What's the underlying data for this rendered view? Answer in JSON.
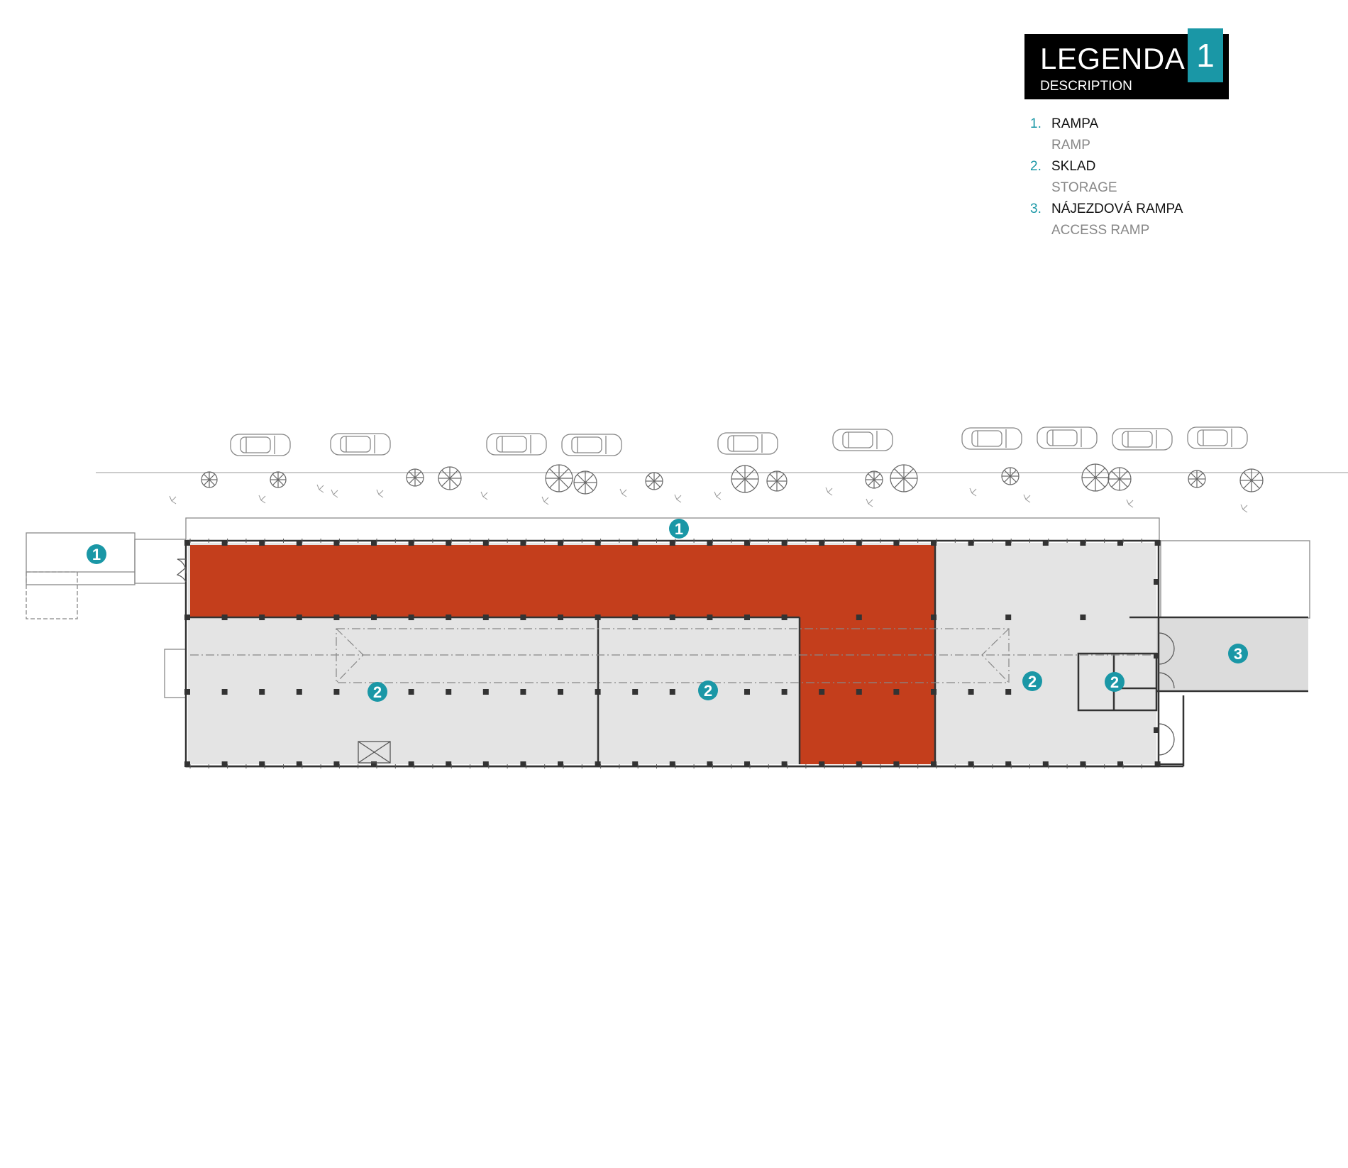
{
  "colors": {
    "accent": "#1A97A6",
    "highlight": "#C43E1C",
    "floor": "#E4E4E4",
    "wall": "#333333",
    "legend_bg": "#000000",
    "line": "#999999"
  },
  "legend": {
    "title": "LEGENDA",
    "subtitle": "DESCRIPTION",
    "sheet_number": "1",
    "items": [
      {
        "num": "1.",
        "cz": "RAMPA",
        "en": "RAMP"
      },
      {
        "num": "2.",
        "cz": "SKLAD",
        "en": "STORAGE"
      },
      {
        "num": "3.",
        "cz": "NÁJEZDOVÁ RAMPA",
        "en": "ACCESS RAMP"
      }
    ]
  },
  "plan": {
    "markers": [
      {
        "label": "1",
        "name": "marker-ramp-west"
      },
      {
        "label": "1",
        "name": "marker-ramp-north"
      },
      {
        "label": "2",
        "name": "marker-storage-1"
      },
      {
        "label": "2",
        "name": "marker-storage-2"
      },
      {
        "label": "2",
        "name": "marker-storage-3"
      },
      {
        "label": "2",
        "name": "marker-storage-4"
      },
      {
        "label": "3",
        "name": "marker-access-ramp"
      }
    ]
  }
}
